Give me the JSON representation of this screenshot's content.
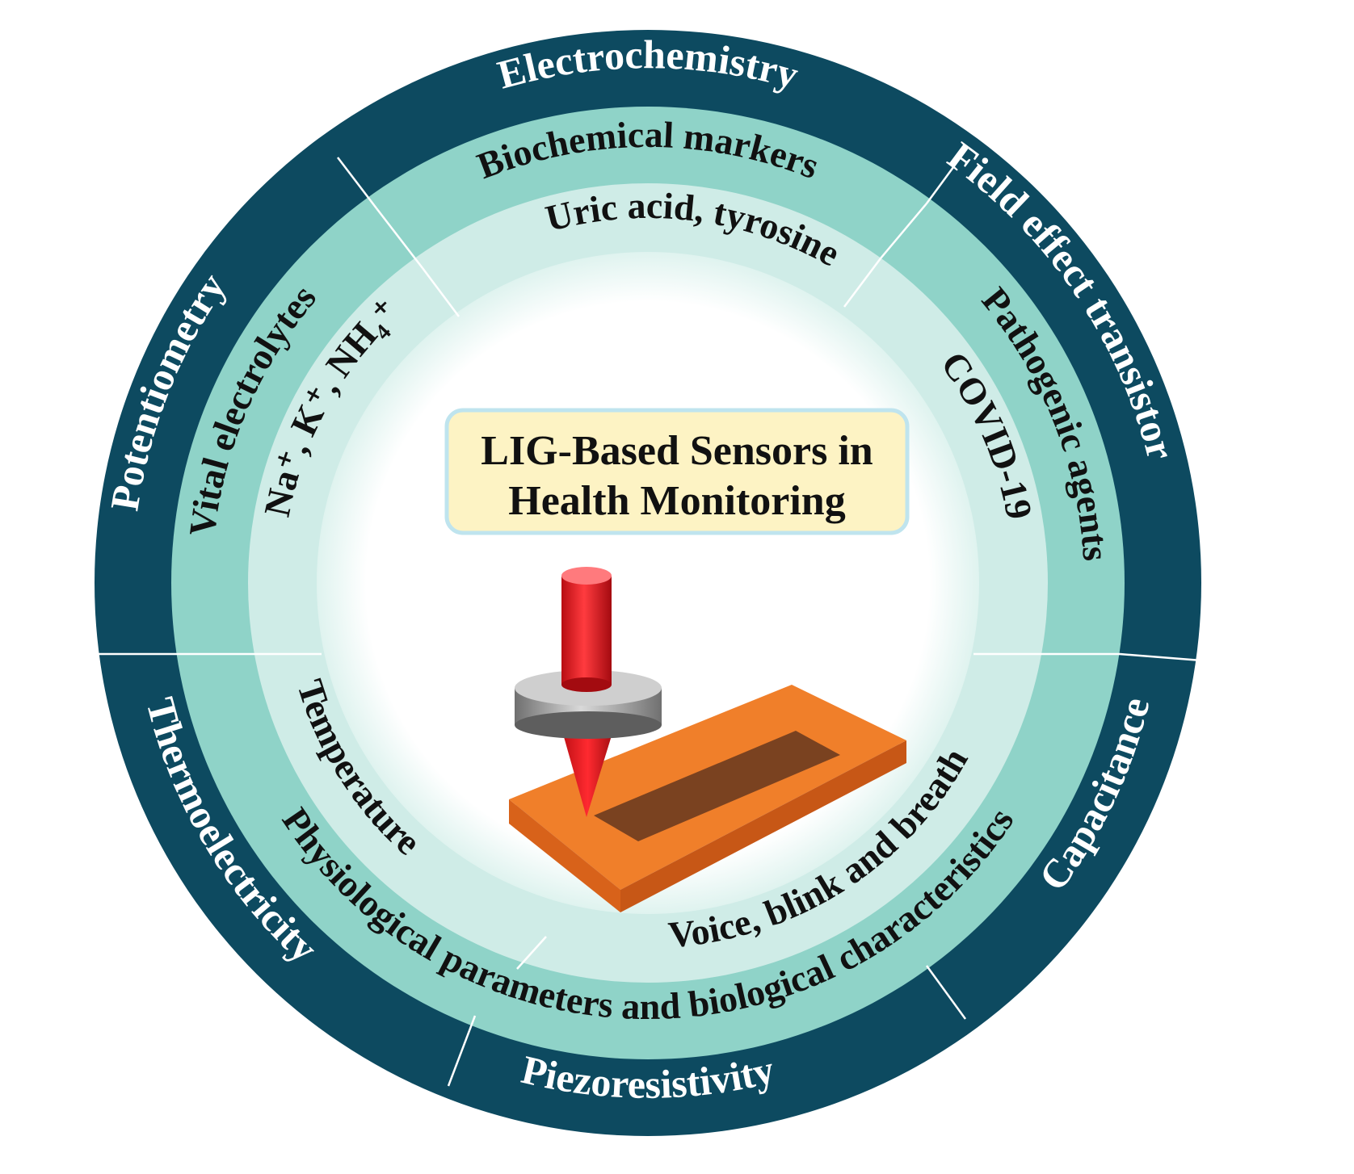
{
  "title": {
    "line1": "LIG-Based Sensors in",
    "line2": "Health Monitoring"
  },
  "outer_ring": {
    "top": "Electrochemistry",
    "right_upper": "Field effect transistor",
    "right_lower": "Capacitance",
    "bottom": "Piezoresistivity",
    "left_lower": "Thermoelectricity",
    "left_upper": "Potentiometry"
  },
  "middle_ring": {
    "top": "Biochemical markers",
    "right": "Pathogenic agents",
    "bottom": "Physiological parameters and biological characteristics",
    "left": "Vital electrolytes"
  },
  "inner_ring": {
    "top": "Uric acid, tyrosine",
    "right": "COVID-19",
    "bottom_right": "Voice, blink and breath",
    "bottom_left": "Temperature",
    "left": "Na⁺, K⁺, NH₄⁺"
  },
  "colors": {
    "outer_ring": "#0d4a60",
    "middle_ring": "#8fd3c8",
    "inner_ring": "#cfece7",
    "title_box": "#fdf3c4",
    "title_box_border": "#bfe4ee",
    "laser_red": "#e3181f",
    "substrate_orange": "#f07f2a",
    "lig_brown": "#7a4220"
  },
  "icons": [
    "laser-head-icon",
    "substrate-icon"
  ]
}
